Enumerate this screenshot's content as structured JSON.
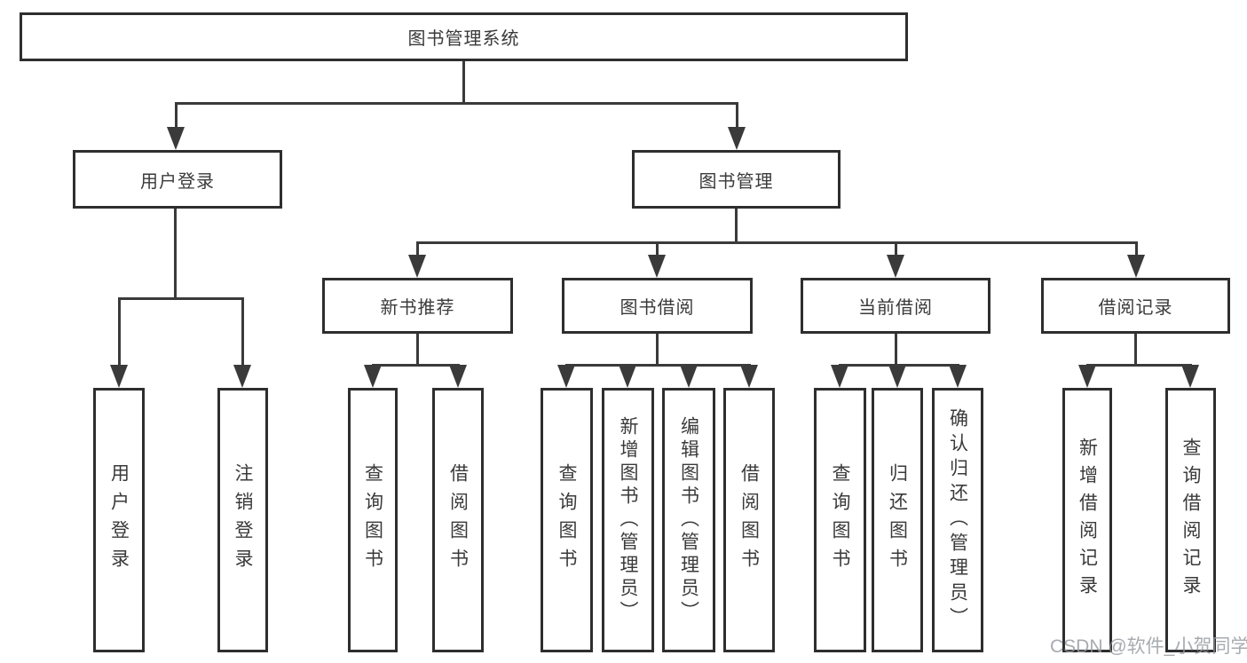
{
  "diagram": {
    "watermark": "CSDN @软件_小贺同学",
    "colors": {
      "background": "#ffffff",
      "box_border": "#2e2e2e",
      "line": "#3a3a3a",
      "text": "#3a3a3a",
      "watermark_text": "#94999e"
    },
    "nodes": {
      "root": "图书管理系统",
      "user_login": "用户登录",
      "book_mgmt": "图书管理",
      "new_book_rec": "新书推荐",
      "book_borrow": "图书借阅",
      "current_borrow": "当前借阅",
      "borrow_record": "借阅记录",
      "leaf_user_login": "用户登录",
      "leaf_logout": "注销登录",
      "leaf_query_book_a": "查询图书",
      "leaf_borrow_book_a": "借阅图书",
      "leaf_query_book_b": "查询图书",
      "leaf_add_book": "新增图书（管理员）",
      "leaf_edit_book": "编辑图书（管理员）",
      "leaf_borrow_book_b": "借阅图书",
      "leaf_query_book_c": "查询图书",
      "leaf_return_book": "归还图书",
      "leaf_confirm_return": "确认归还（管理员）",
      "leaf_add_record": "新增借阅记录",
      "leaf_query_record": "查询借阅记录"
    }
  }
}
